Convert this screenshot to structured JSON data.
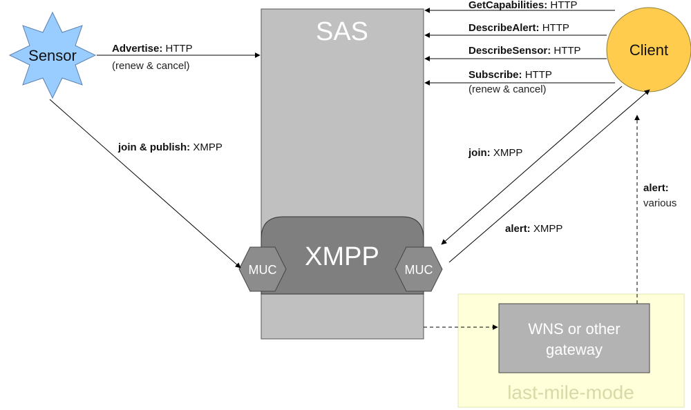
{
  "colors": {
    "sas_fill": "#c0c0c0",
    "xmpp_fill": "#7f7f7f",
    "muc_fill": "#8c8c8c",
    "sensor_fill": "#99ccff",
    "client_fill": "#ffcc4d",
    "gateway_fill": "#b3b3b3",
    "zone_fill": "#ffffd9"
  },
  "nodes": {
    "sas": "SAS",
    "xmpp": "XMPP",
    "muc_left": "MUC",
    "muc_right": "MUC",
    "sensor": "Sensor",
    "client": "Client",
    "gateway_line1": "WNS or other",
    "gateway_line2": "gateway",
    "zone": "last-mile-mode"
  },
  "edges": {
    "advertise": {
      "op": "Advertise:",
      "proto": " HTTP",
      "note": "(renew & cancel)"
    },
    "get_capabilities": {
      "op": "GetCapabilities:",
      "proto": " HTTP"
    },
    "describe_alert": {
      "op": "DescribeAlert:",
      "proto": " HTTP"
    },
    "describe_sensor": {
      "op": "DescribeSensor:",
      "proto": " HTTP"
    },
    "subscribe": {
      "op": "Subscribe:",
      "proto": " HTTP",
      "note": "(renew & cancel)"
    },
    "join_publish": {
      "op": "join & publish:",
      "proto": " XMPP"
    },
    "join": {
      "op": "join:",
      "proto": " XMPP"
    },
    "alert_xmpp": {
      "op": "alert:",
      "proto": " XMPP"
    },
    "alert_various": {
      "op": "alert:",
      "note": "various"
    }
  }
}
